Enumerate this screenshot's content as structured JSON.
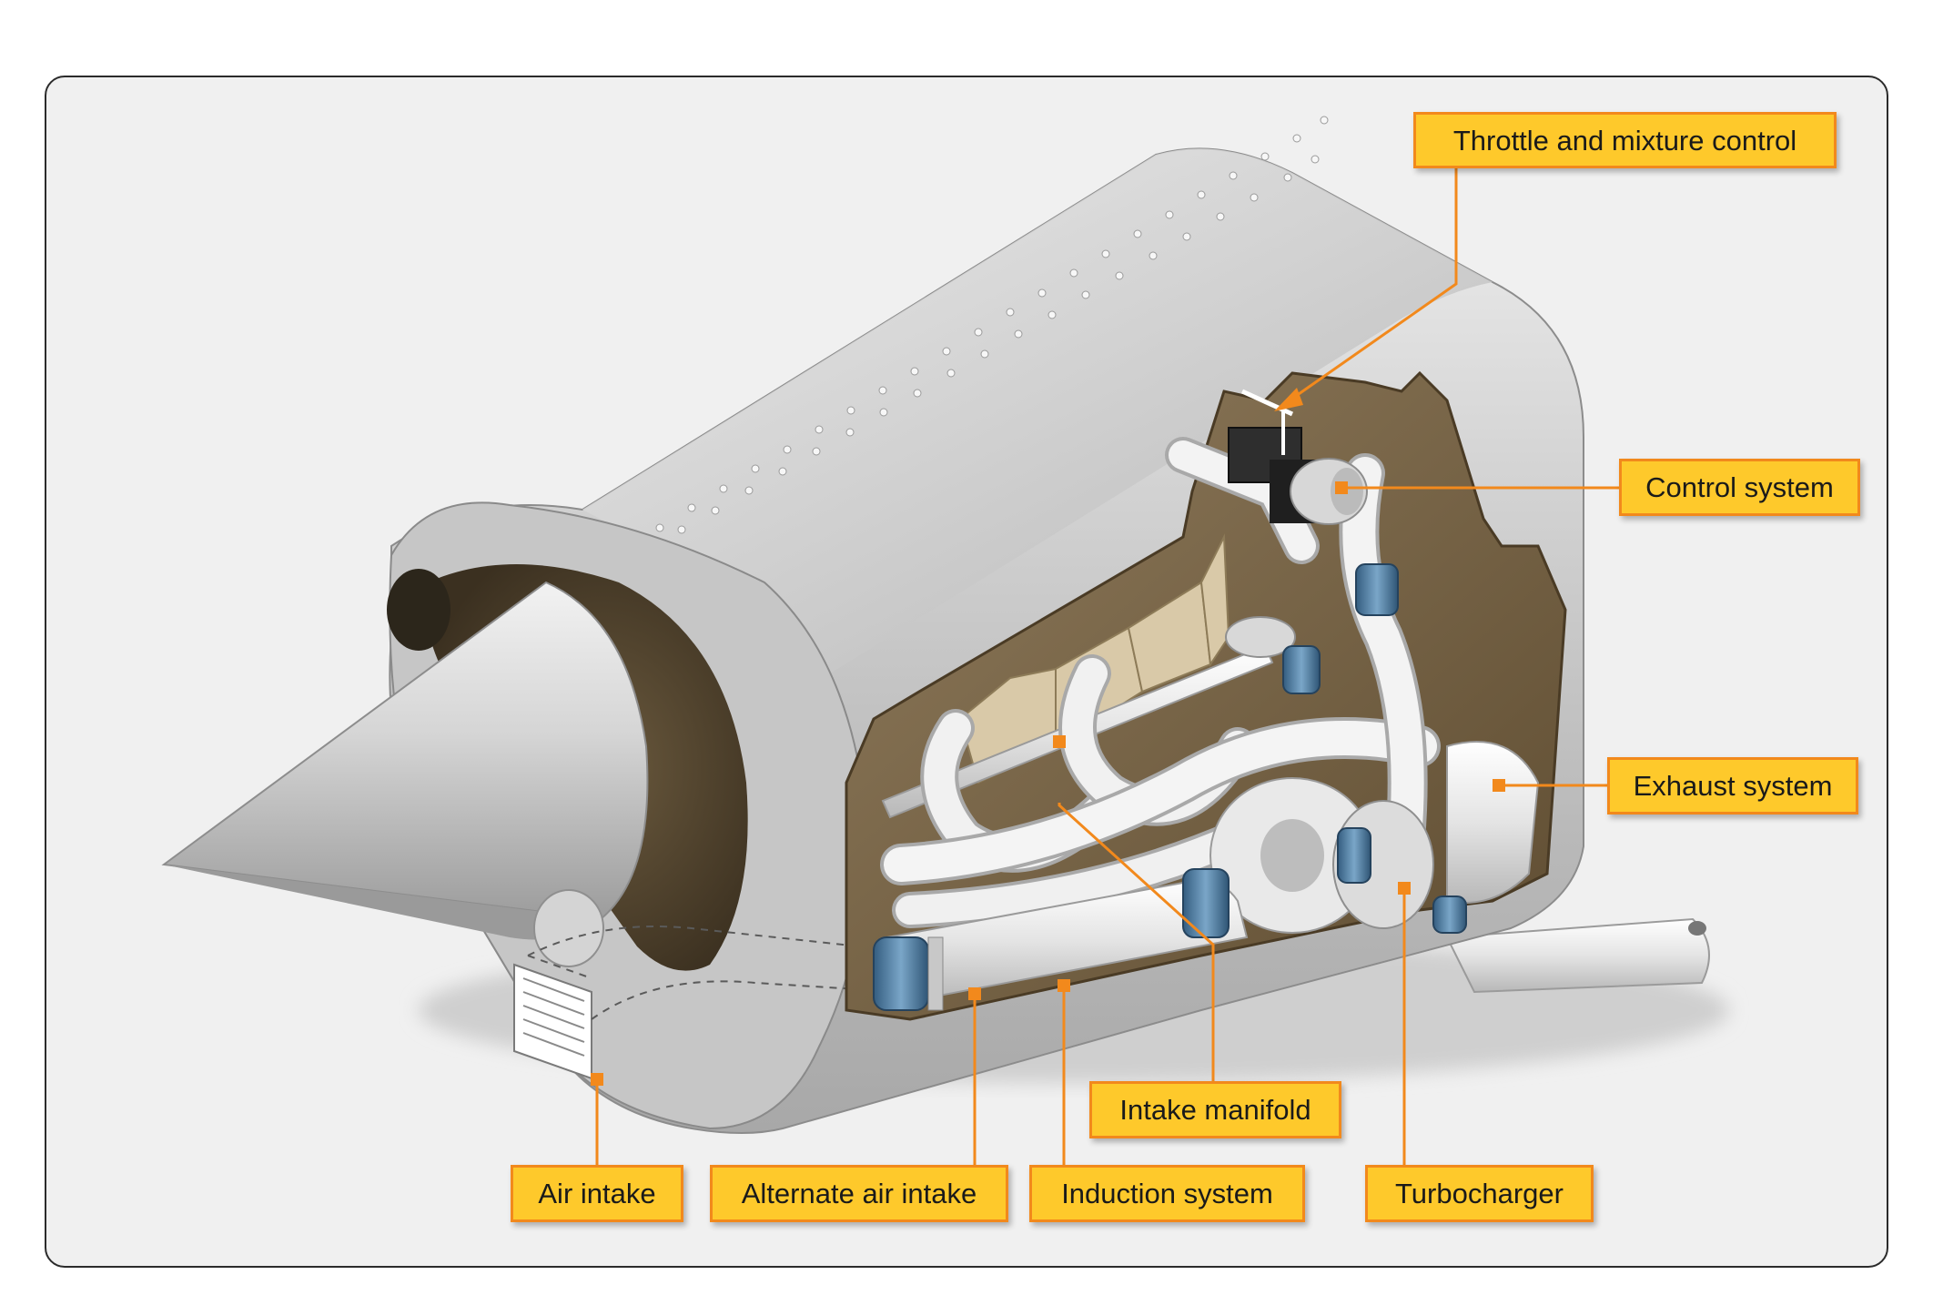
{
  "colors": {
    "callout_fill": "#fec92b",
    "callout_border": "#f2891c",
    "leader_line": "#f2891c",
    "cowling_metal": "#c9c9c9",
    "engine_interior": "#6f5a3b",
    "hose_clamp_blue": "#4f7fa6",
    "frame_background": "#f0f0f0"
  },
  "labels": {
    "throttle_mixture_control": "Throttle and mixture control",
    "control_system": "Control system",
    "exhaust_system": "Exhaust system",
    "intake_manifold": "Intake manifold",
    "air_intake": "Air intake",
    "alternate_air_intake": "Alternate air intake",
    "induction_system": "Induction system",
    "turbocharger": "Turbocharger"
  }
}
